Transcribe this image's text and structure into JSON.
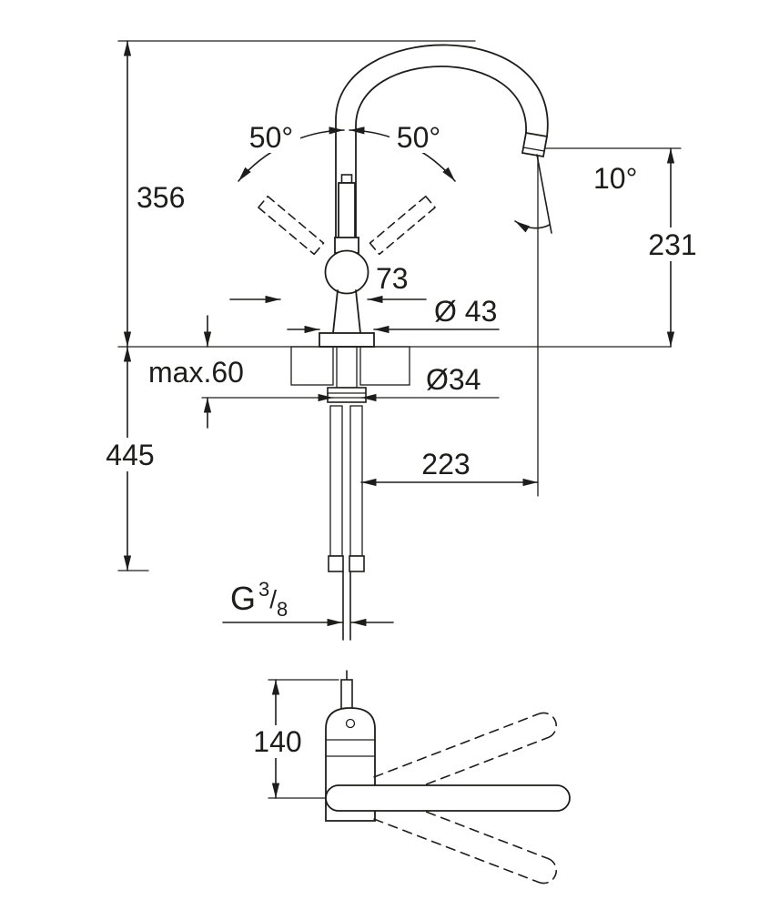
{
  "meta": {
    "background": "#ffffff",
    "ink": "#1d1d1b"
  },
  "labels": {
    "height_above_deck": "356",
    "swivel_left": "50°",
    "swivel_right": "50°",
    "outlet_angle": "10°",
    "spout_outlet_height": "231",
    "lever_projection": "73",
    "base_diameter": "Ø 43",
    "max_deck_thickness": "max.60",
    "hole_diameter": "Ø34",
    "height_below_deck": "445",
    "spout_reach": "223",
    "thread_letter": "G",
    "thread_numerator": "3",
    "thread_slash": "/",
    "thread_denominator": "8",
    "side_view_height": "140"
  }
}
